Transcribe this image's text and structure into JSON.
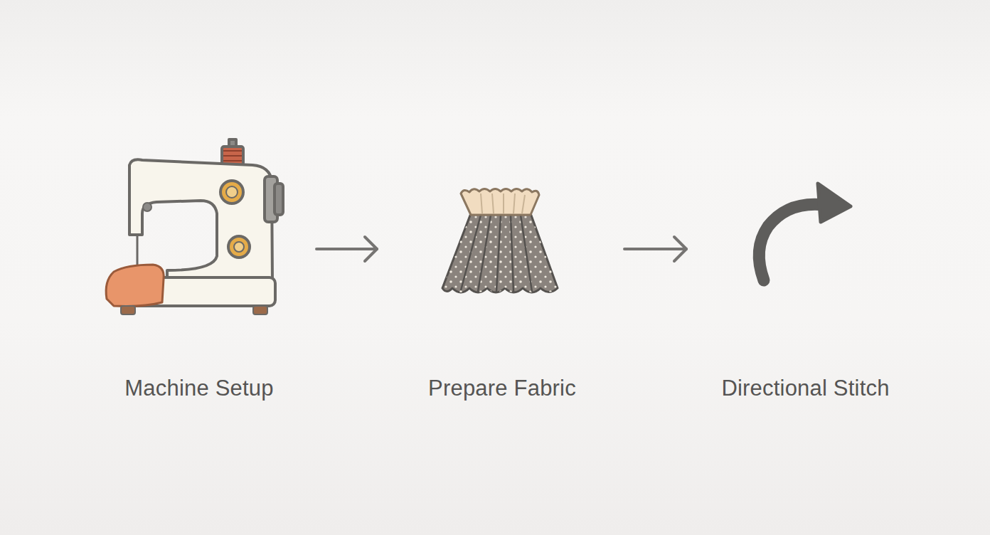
{
  "diagram": {
    "nodes": [
      {
        "text": [
          "Machine Setup"
        ]
      },
      {
        "text": [
          "Prepare Fabric"
        ]
      },
      {
        "text": [
          "Directional Stitch"
        ]
      }
    ],
    "edges": [
      {
        "from": 0,
        "to": 1,
        "arrow": "to"
      },
      {
        "from": 1,
        "to": 2,
        "arrow": "to"
      }
    ]
  }
}
